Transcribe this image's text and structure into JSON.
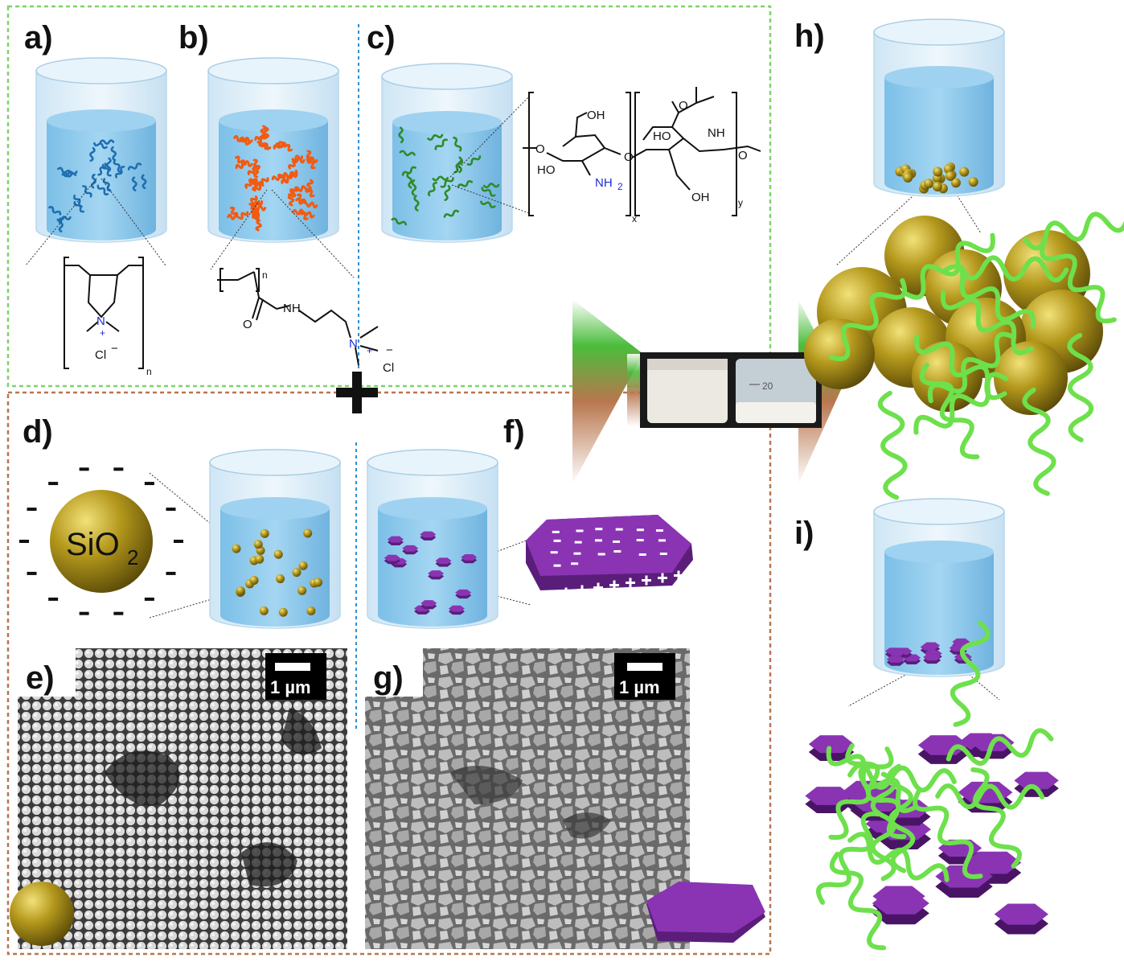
{
  "labels": {
    "a": "a)",
    "b": "b)",
    "c": "c)",
    "d": "d)",
    "e": "e)",
    "f": "f)",
    "g": "g)",
    "h": "h)",
    "i": "i)"
  },
  "chem": {
    "chloride_a": "Cl",
    "minus": "−",
    "plus": "+",
    "n": "n",
    "nitrogen": "N",
    "amide_nh": "NH",
    "carbonyl_o": "O",
    "chloride_b": "Cl",
    "oh": "OH",
    "ho": "HO",
    "nh2": "NH",
    "sub2": "2",
    "nh_c": "NH",
    "ring_o": "O",
    "x": "x",
    "y": "y"
  },
  "sio2": {
    "main": "SiO",
    "sub": "2",
    "charge": "-"
  },
  "platelet_charges": {
    "negative": "-",
    "positive": "+"
  },
  "scalebars": {
    "e": "1 µm",
    "g": "1 µm"
  },
  "photo": {
    "beaker_mark": "20"
  },
  "colors": {
    "water": "#8ec9ec",
    "polymer_a": "#1e6fb0",
    "polymer_b": "#f25a12",
    "polymer_c": "#2f8a2a",
    "silica": "#b4981c",
    "platelet": "#8a34b3",
    "network": "#6de04c",
    "box_top": "#7dd36a",
    "box_bottom": "#b8764e",
    "divider": "#2c8fd6"
  }
}
